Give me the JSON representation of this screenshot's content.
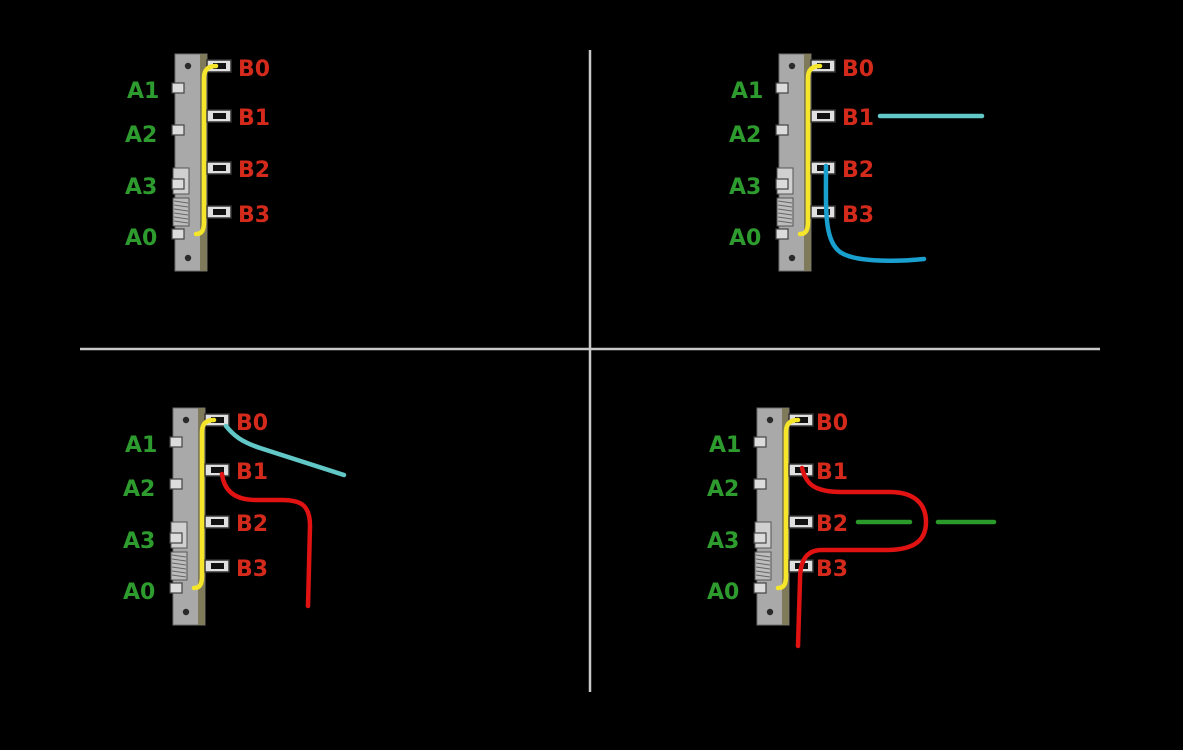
{
  "colors": {
    "background": "#000000",
    "divider": "#c8c8c8",
    "a_label": "#2e9b2e",
    "b_label": "#d42a1c",
    "yellow_wire": "#f5e62b",
    "cyan_wire": "#62c7c7",
    "blue_wire": "#19a0cf",
    "red_wire": "#e01212",
    "green_wire": "#2a9a2a",
    "relay_body": "#a9a9a9"
  },
  "a_labels": [
    "A1",
    "A2",
    "A3",
    "A0"
  ],
  "b_labels": [
    "B0",
    "B1",
    "B2",
    "B3"
  ],
  "panels": [
    {
      "id": "top-left"
    },
    {
      "id": "top-right"
    },
    {
      "id": "bottom-left"
    },
    {
      "id": "bottom-right"
    }
  ]
}
